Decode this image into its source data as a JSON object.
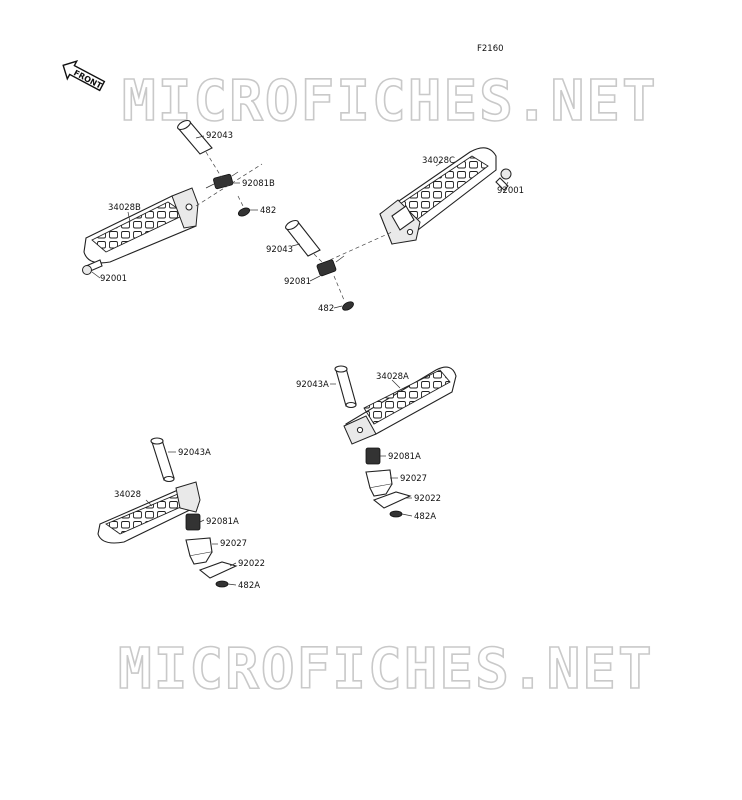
{
  "figure_code": "F2160",
  "front_label": "FRONT",
  "watermark": "MICROFICHES.NET",
  "labels": {
    "p92043_top": "92043",
    "p92081B": "92081B",
    "p482_top": "482",
    "p34028B": "34028B",
    "p92001_left": "92001",
    "p34028C": "34028C",
    "p92001_right": "92001",
    "p92043_mid": "92043",
    "p92081": "92081",
    "p482_mid": "482",
    "p92043A_right": "92043A",
    "p34028A": "34028A",
    "p92081A_right": "92081A",
    "p92027_right": "92027",
    "p92022_right": "92022",
    "p482A_right": "482A",
    "p92043A_left": "92043A",
    "p34028": "34028",
    "p92081A_left": "92081A",
    "p92027_left": "92027",
    "p92022_left": "92022",
    "p482A_left": "482A"
  }
}
